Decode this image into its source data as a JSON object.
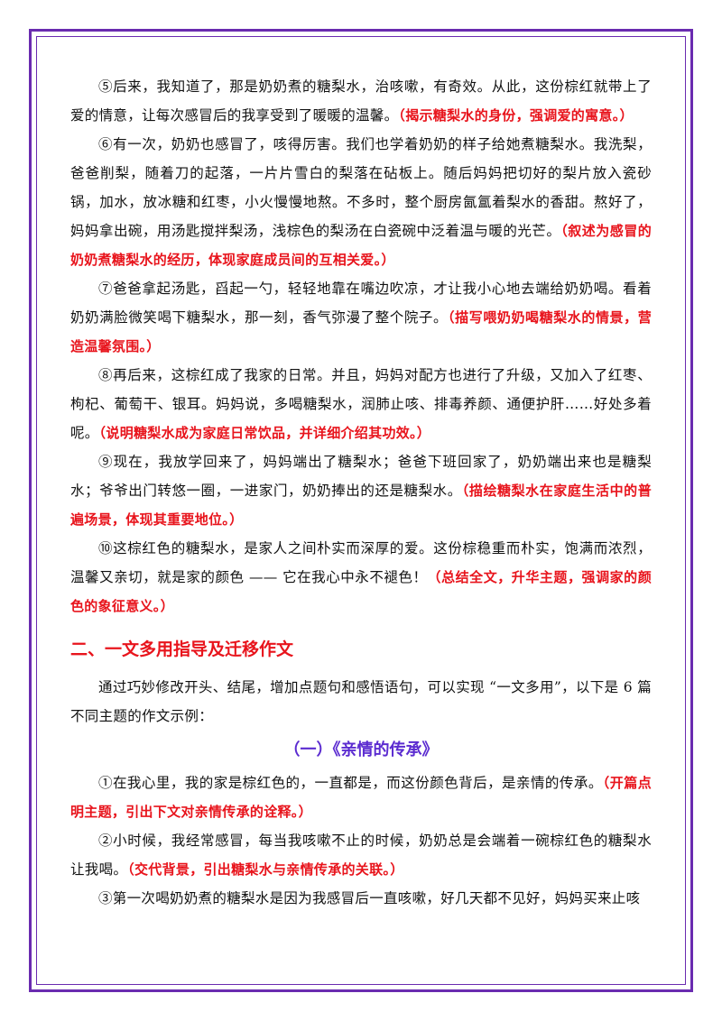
{
  "paragraphs_part1": [
    {
      "text": "⑤后来，我知道了，那是奶奶煮的糖梨水，治咳嗽，有奇效。从此，这份棕红就带上了爱的情意，让每次感冒后的我享受到了暖暖的温馨。",
      "note": "（揭示糖梨水的身份，强调爱的寓意。）"
    },
    {
      "text": "⑥有一次，奶奶也感冒了，咳得厉害。我们也学着奶奶的样子给她煮糖梨水。我洗梨，爸爸削梨，随着刀的起落，一片片雪白的梨落在砧板上。随后妈妈把切好的梨片放入瓷砂锅，加水，放冰糖和红枣，小火慢慢地熬。不多时，整个厨房氤氲着梨水的香甜。熬好了，妈妈拿出碗，用汤匙搅拌梨汤，浅棕色的梨汤在白瓷碗中泛着温与暖的光芒。",
      "note": "（叙述为感冒的奶奶煮糖梨水的经历，体现家庭成员间的互相关爱。）"
    },
    {
      "text": "⑦爸爸拿起汤匙，舀起一勺，轻轻地靠在嘴边吹凉，才让我小心地去端给奶奶喝。看着奶奶满脸微笑喝下糖梨水，那一刻，香气弥漫了整个院子。",
      "note": "（描写喂奶奶喝糖梨水的情景，营造温馨氛围。）"
    },
    {
      "text": "⑧再后来，这棕红成了我家的日常。并且，妈妈对配方也进行了升级，又加入了红枣、枸杞、葡萄干、银耳。妈妈说，多喝糖梨水，润肺止咳、排毒养颜、通便护肝……好处多着呢。",
      "note": "（说明糖梨水成为家庭日常饮品，并详细介绍其功效。）"
    },
    {
      "text": "⑨现在，我放学回来了，妈妈端出了糖梨水；爸爸下班回家了，奶奶端出来也是糖梨水；爷爷出门转悠一圈，一进家门，奶奶捧出的还是糖梨水。",
      "note": "（描绘糖梨水在家庭生活中的普遍场景，体现其重要地位。）"
    },
    {
      "text": "⑩这棕红色的糖梨水，是家人之间朴实而深厚的爱。这份棕稳重而朴实，饱满而浓烈，温馨又亲切，就是家的颜色 —— 它在我心中永不褪色！",
      "note": "（总结全文，升华主题，强调家的颜色的象征意义。）"
    }
  ],
  "section_title": "二、一文多用指导及迁移作文",
  "intro_text": "通过巧妙修改开头、结尾，增加点题句和感悟语句，可以实现 “一文多用”，以下是 6 篇不同主题的作文示例：",
  "subtitle": "（一）《亲情的传承》",
  "paragraphs_part2": [
    {
      "text": "①在我心里，我的家是棕红色的，一直都是，而这份颜色背后，是亲情的传承。",
      "note": "（开篇点明主题，引出下文对亲情传承的诠释。）"
    },
    {
      "text": "②小时候，我经常感冒，每当我咳嗽不止的时候，奶奶总是会端着一碗棕红色的糖梨水让我喝。",
      "note": "（交代背景，引出糖梨水与亲情传承的关联。）"
    },
    {
      "text": "③第一次喝奶奶煮的糖梨水是因为我感冒后一直咳嗽，好几天都不见好，妈妈买来止咳",
      "note": ""
    }
  ],
  "colors": {
    "frame": "#6a2bb0",
    "note_red": "#e8141c",
    "subtitle_purple": "#5b2bd0",
    "body_text": "#111111"
  }
}
